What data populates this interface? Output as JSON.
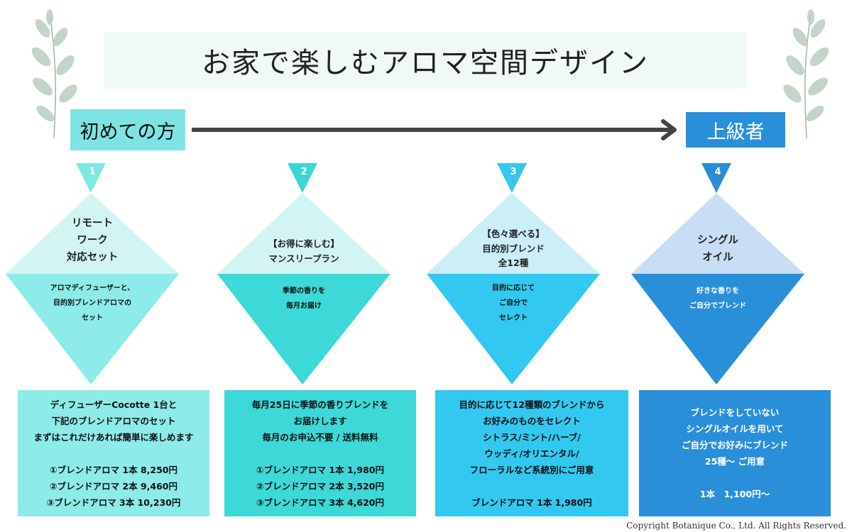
{
  "title": "お家で楽しむアロマ空間デザイン",
  "levels": {
    "beginner": "初めての方",
    "advanced": "上級者"
  },
  "colors": {
    "step1_top": "#7ee8e4",
    "step1_mid": "#d2f5f3",
    "step1_bottom": "#8debe9",
    "step2_top": "#3dd6d6",
    "step2_mid": "#d2f5f3",
    "step2_bottom": "#3dd8d8",
    "step3_top": "#39c6ed",
    "step3_mid": "#cbeef8",
    "step3_bottom": "#33c8ef",
    "step4_top": "#2a8cd8",
    "step4_mid": "#c7def4",
    "step4_bottom": "#2a8fd9",
    "arrow": "#444444",
    "title_bg": "#f1f8f8"
  },
  "steps": [
    {
      "number": "1",
      "title": [
        "リモート",
        "ワーク",
        "対応セット"
      ],
      "subtitle": [
        "アロマディフューザーと、",
        "目的別ブレンドアロマの",
        "セット"
      ],
      "detail": [
        "ディフューザーCocotte 1台と",
        "下記のブレンドアロマのセット",
        "まずはこれだけあれば簡単に楽しめます",
        "",
        "①ブレンドアロマ 1本 8,250円",
        "②ブレンドアロマ 2本 9,460円",
        "③ブレンドアロマ 3本 10,230円"
      ]
    },
    {
      "number": "2",
      "title": [
        "【お得に楽しむ】",
        "マンスリープラン"
      ],
      "subtitle": [
        "季節の香りを",
        "毎月お届け"
      ],
      "detail": [
        "毎月25日に季節の香りブレンドを",
        "お届けします",
        "毎月のお申込不要 / 送料無料",
        "",
        "①ブレンドアロマ 1本 1,980円",
        "②ブレンドアロマ 2本 3,520円",
        "③ブレンドアロマ 3本 4,620円"
      ]
    },
    {
      "number": "3",
      "title": [
        "【色々選べる】",
        "目的別ブレンド",
        "全12種"
      ],
      "subtitle": [
        "目的に応じて",
        "ご自分で",
        "セレクト"
      ],
      "detail": [
        "目的に応じて12種類のブレンドから",
        "お好みのものをセレクト",
        "シトラス/ミント/ハーブ/",
        "ウッディ/オリエンタル/",
        "フローラルなど系統別にご用意",
        "",
        "ブレンドアロマ 1本 1,980円"
      ]
    },
    {
      "number": "4",
      "title": [
        "シングル",
        "オイル"
      ],
      "subtitle": [
        "好きな香りを",
        "ご自分でブレンド"
      ],
      "detail": [
        "ブレンドをしていない",
        "シングルオイルを用いて",
        "ご自分でお好みにブレンド",
        "25種〜 ご用意",
        "",
        "1本　1,100円〜"
      ]
    }
  ],
  "copyright": "Copyright Botanique Co., Ltd. All Rights Reserved."
}
